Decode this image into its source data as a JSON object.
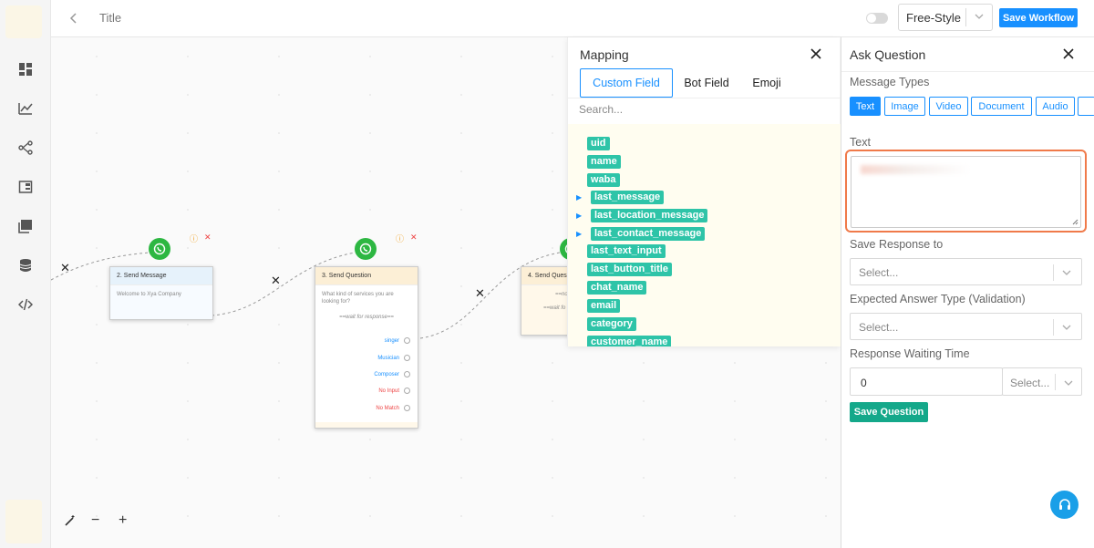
{
  "header": {
    "title": "Title",
    "mode_value": "Free-Style",
    "save_label": "Save Workflow"
  },
  "sidebar": {
    "icons": [
      "dashboard-icon",
      "analytics-icon",
      "workflow-icon",
      "templates-icon",
      "book-icon",
      "database-icon",
      "code-icon"
    ]
  },
  "canvas": {
    "nodes": [
      {
        "title": "2. Send Message",
        "body": "Welcome to Xya Company"
      },
      {
        "title": "3. Send Question",
        "body": "What kind of services you are looking for?",
        "wait": "==wait for response==",
        "options": [
          "singer",
          "Musician",
          "Composer",
          "No Input",
          "No Match"
        ]
      },
      {
        "title": "4. Send Ques",
        "body": "==no question",
        "wait": "==wait fo"
      }
    ]
  },
  "mapping": {
    "title": "Mapping",
    "tabs": [
      "Custom Field",
      "Bot Field",
      "Emoji"
    ],
    "search_placeholder": "Search...",
    "fields": [
      "uid",
      "name",
      "waba",
      "last_message",
      "last_location_message",
      "last_contact_message",
      "last_text_input",
      "last_button_title",
      "chat_name",
      "email",
      "category",
      "customer_name"
    ]
  },
  "ask": {
    "title": "Ask Question",
    "message_types_label": "Message Types",
    "message_types": [
      "Text",
      "Image",
      "Video",
      "Document",
      "Audio"
    ],
    "text_label": "Text",
    "save_response_label": "Save Response to",
    "save_response_placeholder": "Select...",
    "expected_label": "Expected Answer Type (Validation)",
    "expected_placeholder": "Select...",
    "waiting_label": "Response Waiting Time",
    "waiting_value": "0",
    "waiting_unit_placeholder": "Select...",
    "save_button": "Save Question"
  }
}
